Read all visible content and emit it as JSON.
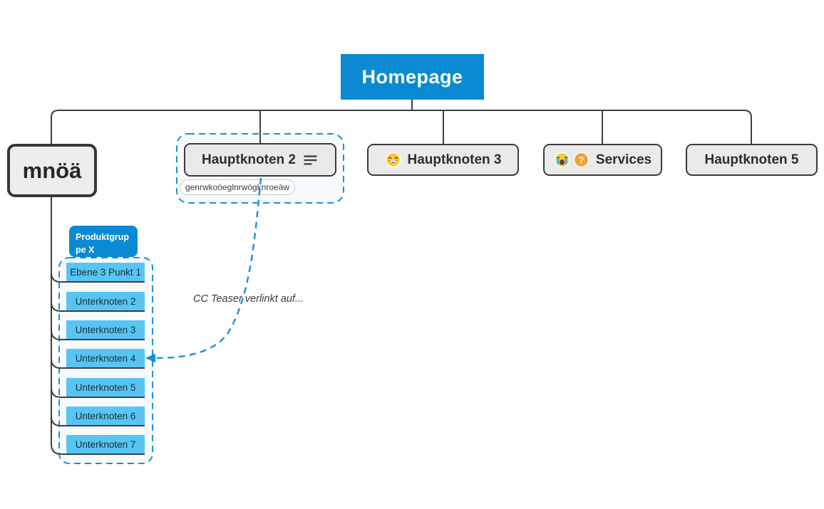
{
  "colors": {
    "accent_blue": "#0a8ad2",
    "selection_blue": "#1a90d8",
    "child_blue": "#57c5f4",
    "node_gray": "#eaeaea",
    "connector_dark": "#3f3f3f"
  },
  "root": {
    "label": "Homepage"
  },
  "nodes": {
    "mnoa": {
      "label": "mnöä"
    },
    "haupt2": {
      "label": "Hauptknoten 2",
      "note_text": "genrwkoöeglnrwögknroeäw"
    },
    "haupt3": {
      "label": "Hauptknoten 3",
      "emoji": "grinning-face"
    },
    "services": {
      "label": "Services",
      "emojis": [
        "loudly-crying-face",
        "question-mark"
      ]
    },
    "haupt5": {
      "label": "Hauptknoten 5"
    }
  },
  "subtree": {
    "group": {
      "label": "Produktgruppe X"
    },
    "children": [
      {
        "label": "Ebene 3 Punkt 1"
      },
      {
        "label": "Unterknoten 2"
      },
      {
        "label": "Unterknoten 3"
      },
      {
        "label": "Unterknoten 4"
      },
      {
        "label": "Unterknoten 5"
      },
      {
        "label": "Unterknoten 6"
      },
      {
        "label": "Unterknoten 7"
      }
    ]
  },
  "connection": {
    "label": "CC Teaser verlinkt auf...",
    "from": "Hauptknoten 2",
    "to": "Unterknoten 4"
  }
}
